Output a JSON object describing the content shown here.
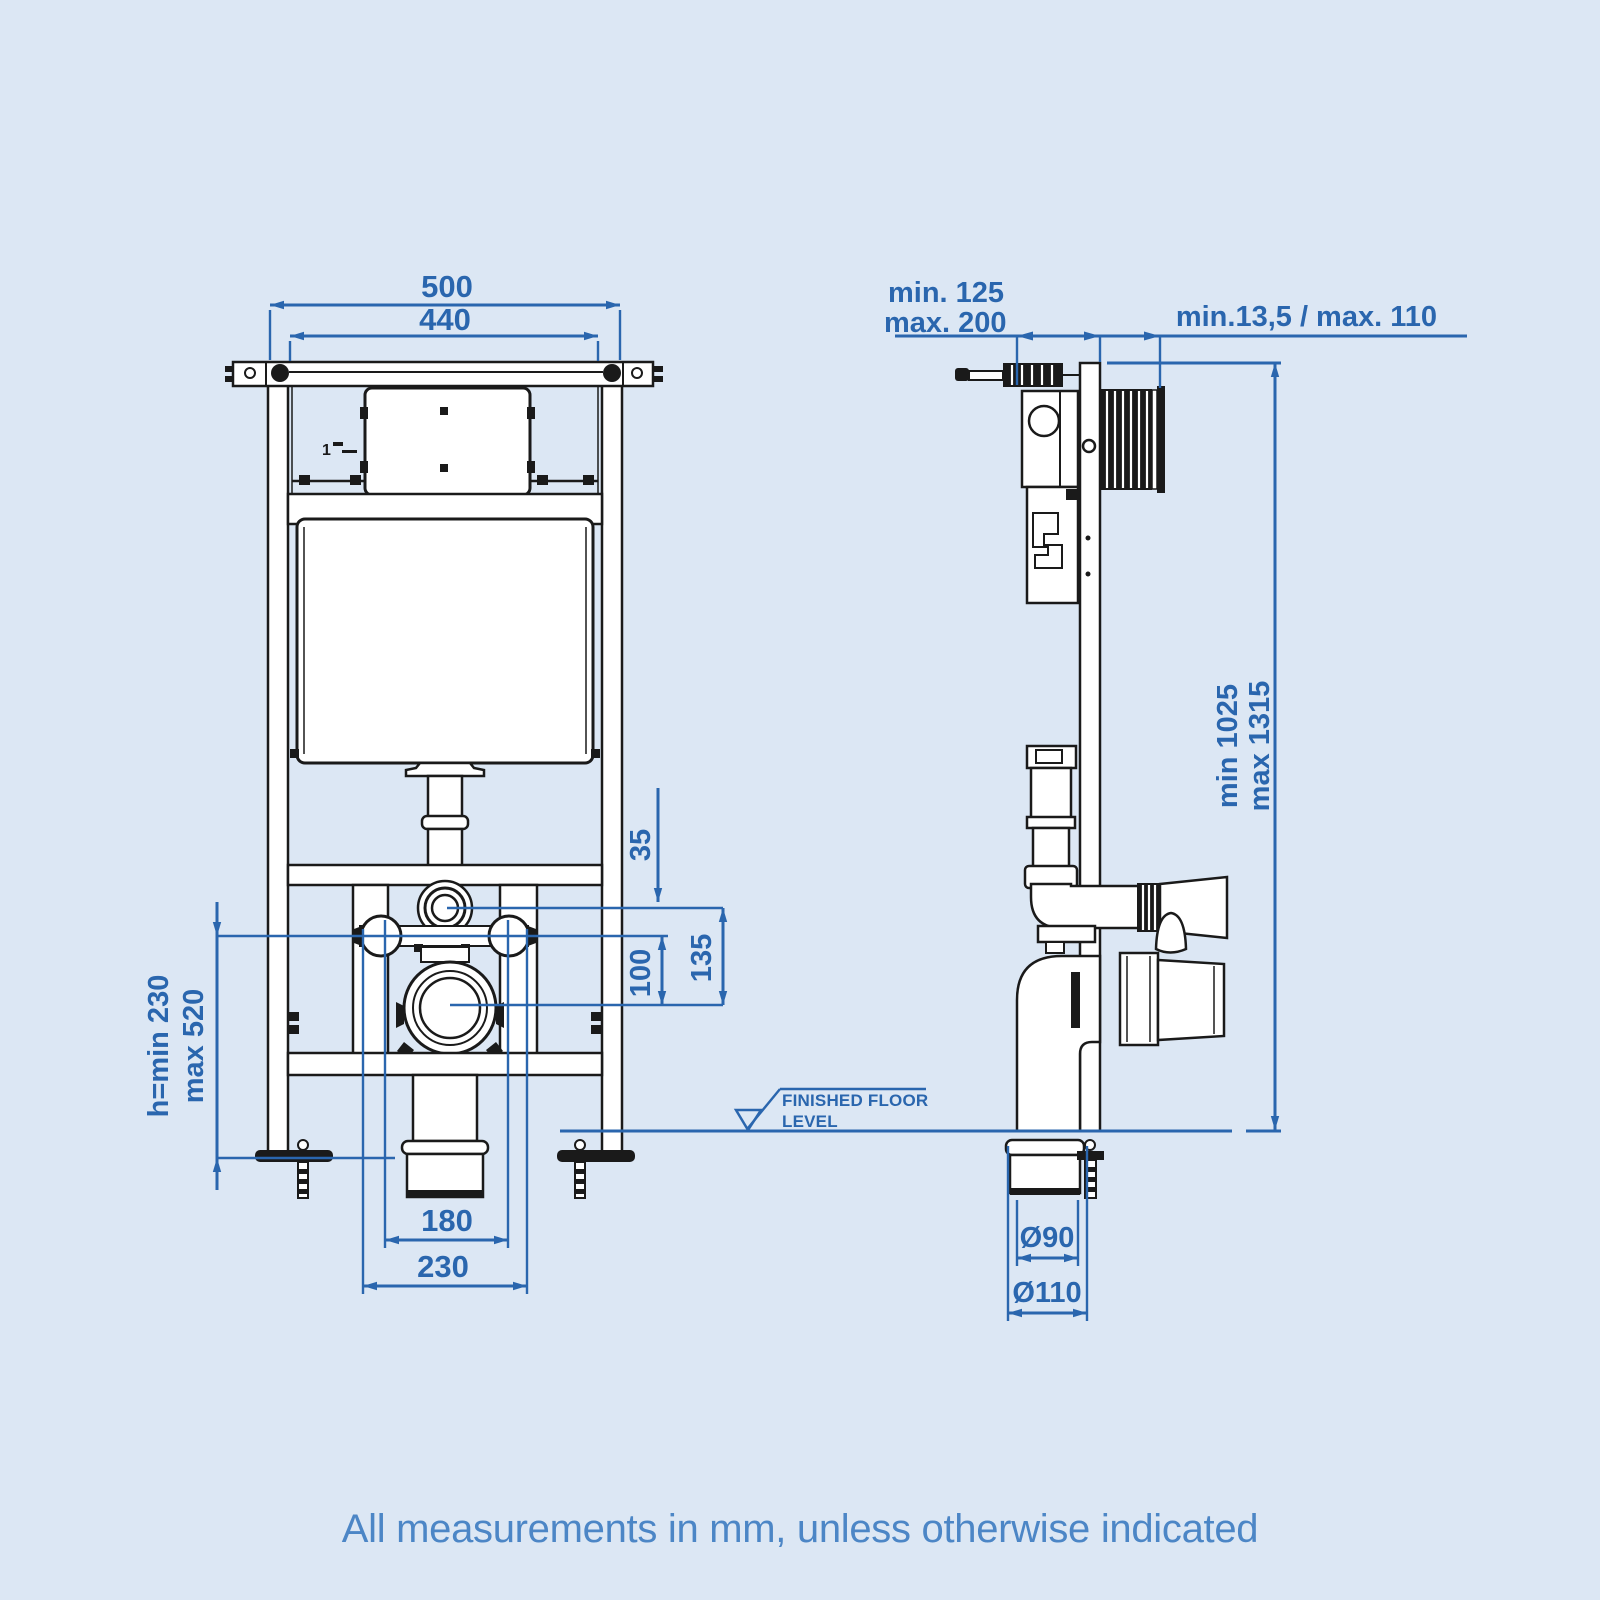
{
  "colors": {
    "background": "#dce7f4",
    "dimension_blue": "#2a66ae",
    "drawing_black": "#1a1a1a",
    "caption_blue": "#4c86c6"
  },
  "caption": "All measurements in mm, unless otherwise indicated",
  "front_view": {
    "dims": {
      "outer_width": "500",
      "inner_width": "440",
      "flush_inlet_offset": "35",
      "combined_offset": "135",
      "outlet_offset": "100",
      "frame_height_line1": "h=min 230",
      "frame_height_line2": "max 520",
      "fixing_centres": "180",
      "outlet_width": "230"
    },
    "logo_mark": "1"
  },
  "side_view": {
    "dims": {
      "depth_min": "min. 125",
      "depth_max": "max. 200",
      "wall_finish_range": "min.13,5 / max. 110",
      "height_min": "min 1025",
      "height_max": "max 1315",
      "outlet_pipe_diameter": "Ø90",
      "soil_pipe_diameter": "Ø110"
    }
  },
  "floor": {
    "line1": "FINISHED FLOOR",
    "line2": "LEVEL"
  }
}
